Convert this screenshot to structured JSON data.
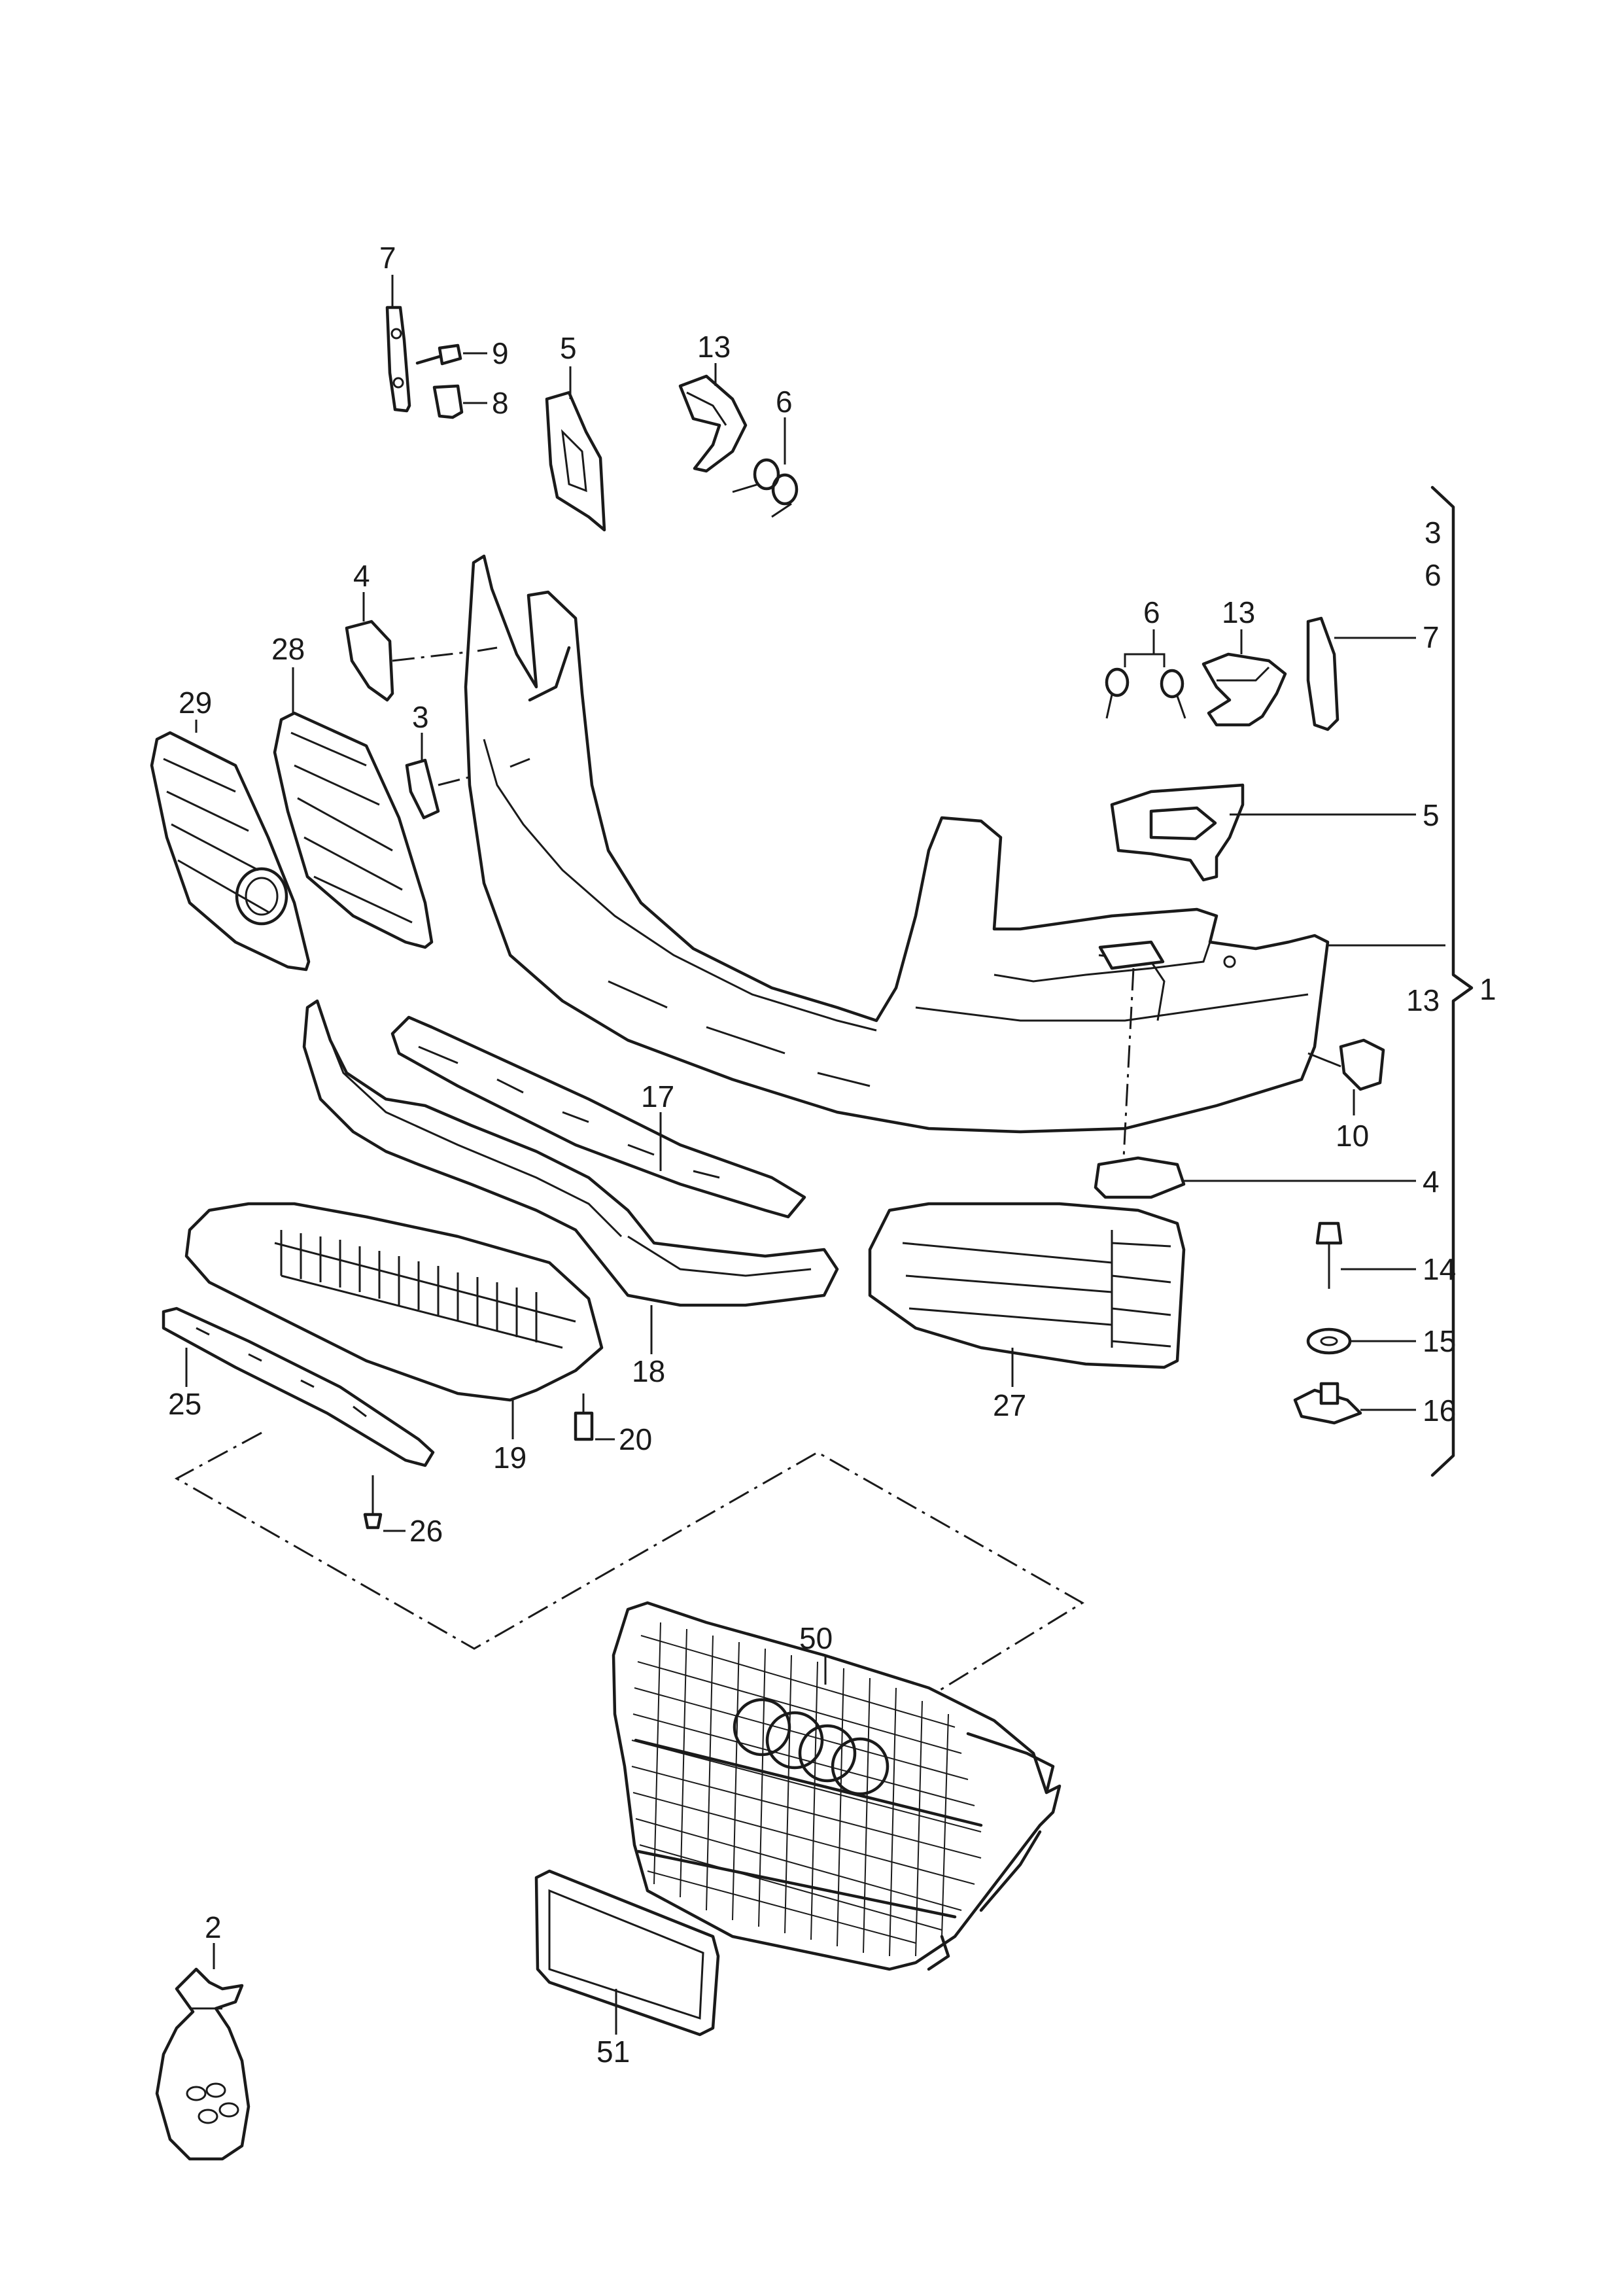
{
  "callouts": {
    "c7_top": "7",
    "c9": "9",
    "c8": "8",
    "c5_top": "5",
    "c13_top": "13",
    "c6_top": "6",
    "c4_top": "4",
    "c28": "28",
    "c29": "29",
    "c3_mid": "3",
    "c6_right": "6",
    "c13_right": "13",
    "c7_right": "7",
    "c5_right": "5",
    "c10": "10",
    "c4_right": "4",
    "c17": "17",
    "c18": "18",
    "c27": "27",
    "c14": "14",
    "c15": "15",
    "c16": "16",
    "c19": "19",
    "c20": "20",
    "c25": "25",
    "c26": "26",
    "c50": "50",
    "c51": "51",
    "c2": "2"
  },
  "bracket_group": {
    "line1": "3",
    "line2": "6",
    "line3": "13",
    "group_number": "1"
  },
  "emblem_logo": "four-rings-logo"
}
